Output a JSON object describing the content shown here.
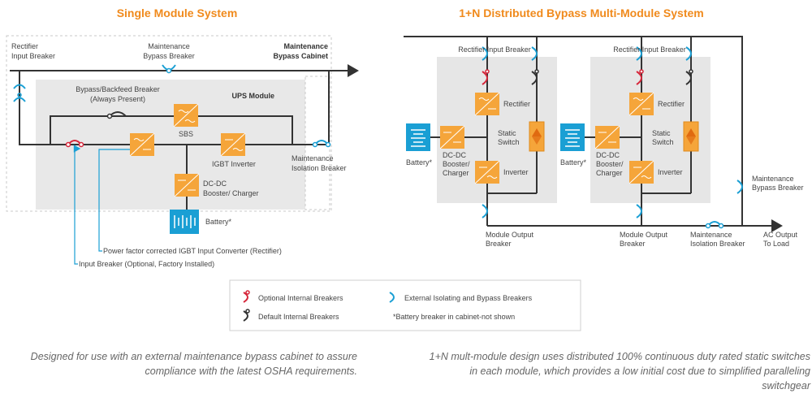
{
  "left": {
    "title": "Single Module System",
    "rectifier_input_breaker": [
      "Rectifier",
      "Input Breaker"
    ],
    "maintenance_bypass_breaker": [
      "Maintenance",
      "Bypass Breaker"
    ],
    "maintenance_bypass_cabinet": [
      "Maintenance",
      "Bypass Cabinet"
    ],
    "bypass_backfeed": [
      "Bypass/Backfeed Breaker",
      "(Always Present)"
    ],
    "ups_module": "UPS Module",
    "sbs": "SBS",
    "igbt_inverter": "IGBT Inverter",
    "dcdc": [
      "DC-DC",
      "Booster/ Charger"
    ],
    "battery": "Battery*",
    "maintenance_isolation": [
      "Maintenance",
      "Isolation Breaker"
    ],
    "pf_note": "Power factor corrected IGBT Input Converter (Rectifier)",
    "input_breaker_note": "Input Breaker (Optional, Factory Installed)"
  },
  "right": {
    "title": "1+N Distributed Bypass Multi-Module System",
    "module1": {
      "rectifier_input_breaker": "Rectifier Input Breaker",
      "rectifier": "Rectifier",
      "static_switch": [
        "Static",
        "Switch"
      ],
      "inverter": "Inverter",
      "dcdc": [
        "DC-DC",
        "Booster/",
        "Charger"
      ],
      "battery": "Battery*",
      "module_output_breaker": [
        "Module Output",
        "Breaker"
      ]
    },
    "module2": {
      "rectifier_input_breaker": "Rectifier Input Breaker",
      "rectifier": "Rectifier",
      "static_switch": [
        "Static",
        "Switch"
      ],
      "inverter": "Inverter",
      "dcdc": [
        "DC-DC",
        "Booster/",
        "Charger"
      ],
      "battery": "Battery*",
      "module_output_breaker": [
        "Module Output",
        "Breaker"
      ]
    },
    "maintenance_bypass_breaker": [
      "Maintenance",
      "Bypass Breaker"
    ],
    "maintenance_isolation": [
      "Maintenance",
      "Isolation Breaker"
    ],
    "ac_output": [
      "AC Output",
      "To Load"
    ]
  },
  "legend": {
    "optional": "Optional Internal Breakers",
    "default": "Default Internal Breakers",
    "external": "External Isolating and Bypass Breakers",
    "note": "*Battery breaker in cabinet-not shown"
  },
  "captions": {
    "left": "Designed for use with an external maintenance bypass cabinet to assure compliance with the latest OSHA requirements.",
    "right": "1+N mult-module design uses distributed 100% continuous duty rated static switches in each module, which provides a low initial cost due to simplified paralleling switchgear"
  },
  "colors": {
    "orange": "#f5a53a",
    "title_orange": "#f08a1c",
    "blue": "#1a9fd4",
    "red": "#d6263a",
    "dark": "#333333",
    "panel": "#e6e6e6"
  }
}
